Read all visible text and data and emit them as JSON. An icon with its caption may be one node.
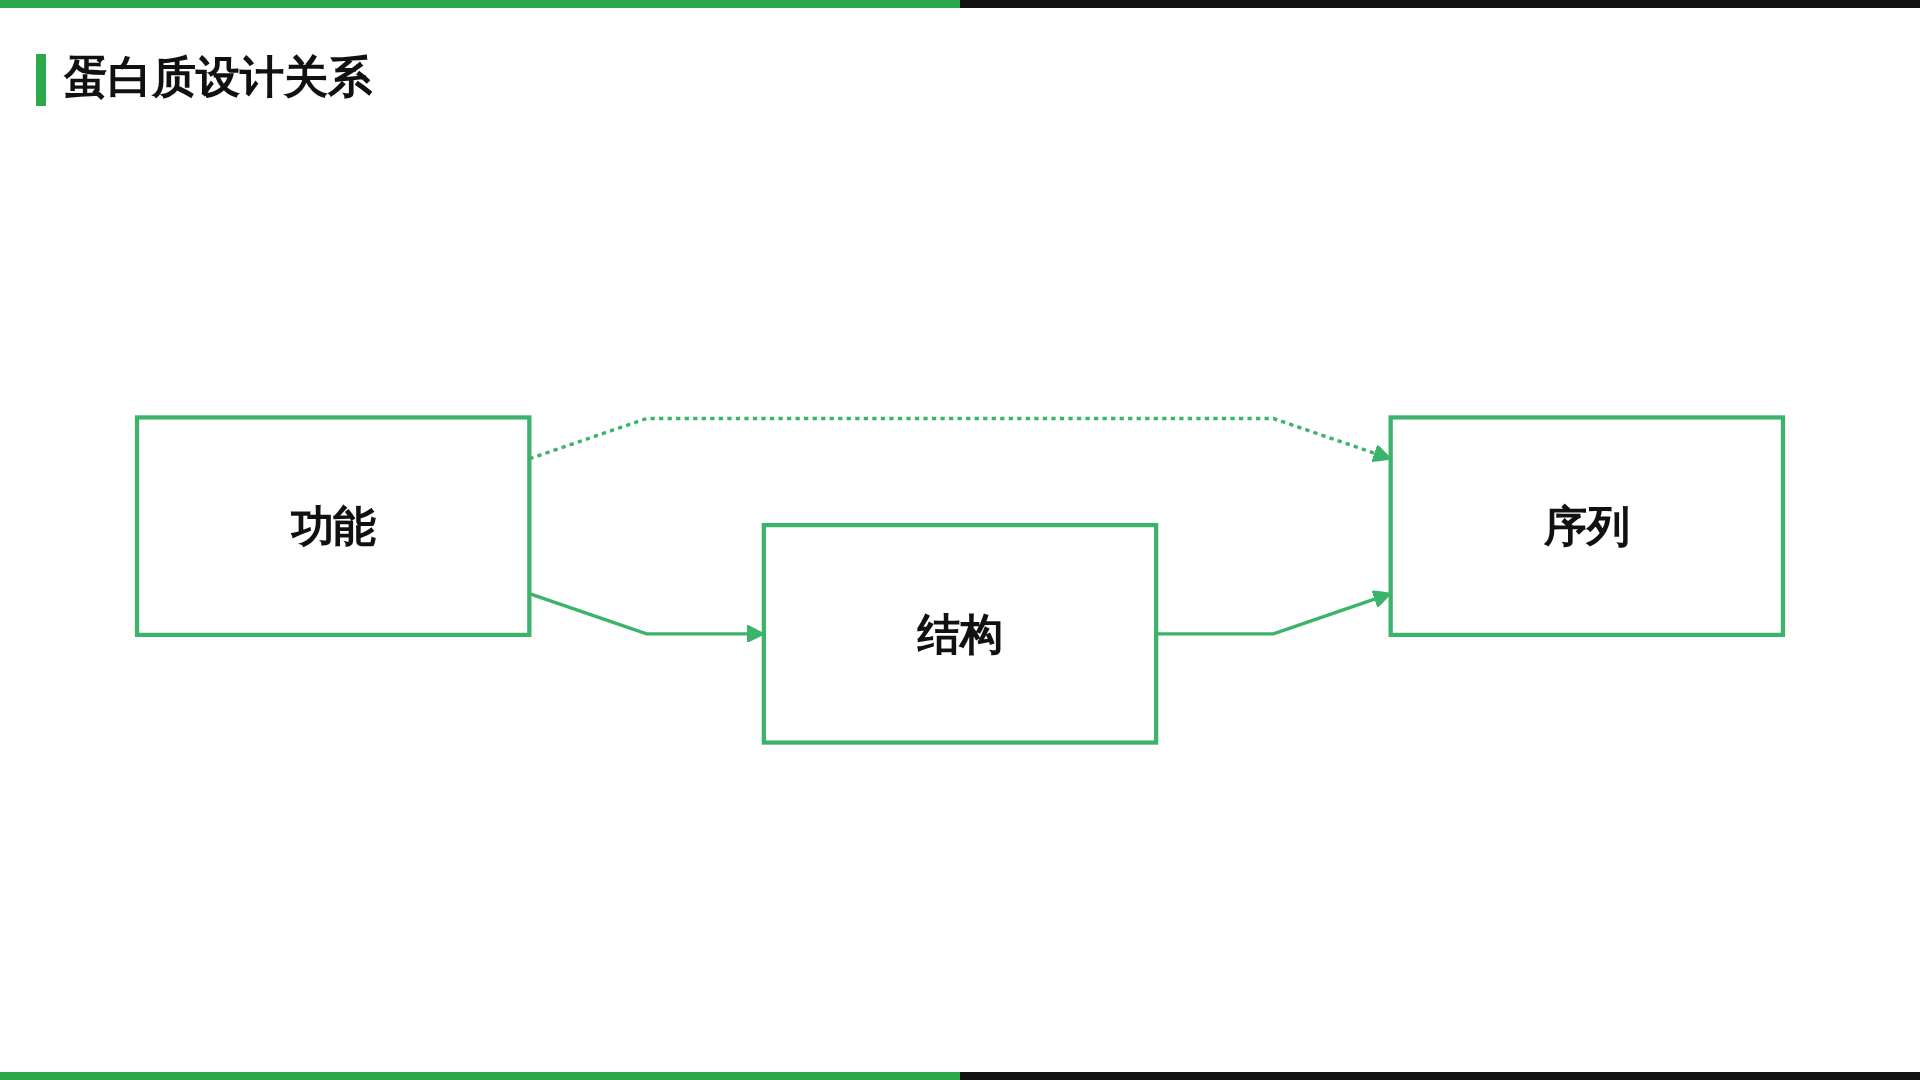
{
  "diagram": {
    "title": "蛋白质设计关系",
    "nodes": [
      {
        "text": [
          "功能"
        ]
      },
      {
        "text": [
          "序列"
        ]
      },
      {
        "text": [
          "结构"
        ]
      }
    ],
    "edges": [
      {
        "from": 0,
        "to": 1,
        "arrow": "to",
        "style": "dashed"
      },
      {
        "from": 0,
        "to": 2,
        "arrow": "to"
      },
      {
        "from": 2,
        "to": 1,
        "arrow": "to"
      }
    ]
  }
}
